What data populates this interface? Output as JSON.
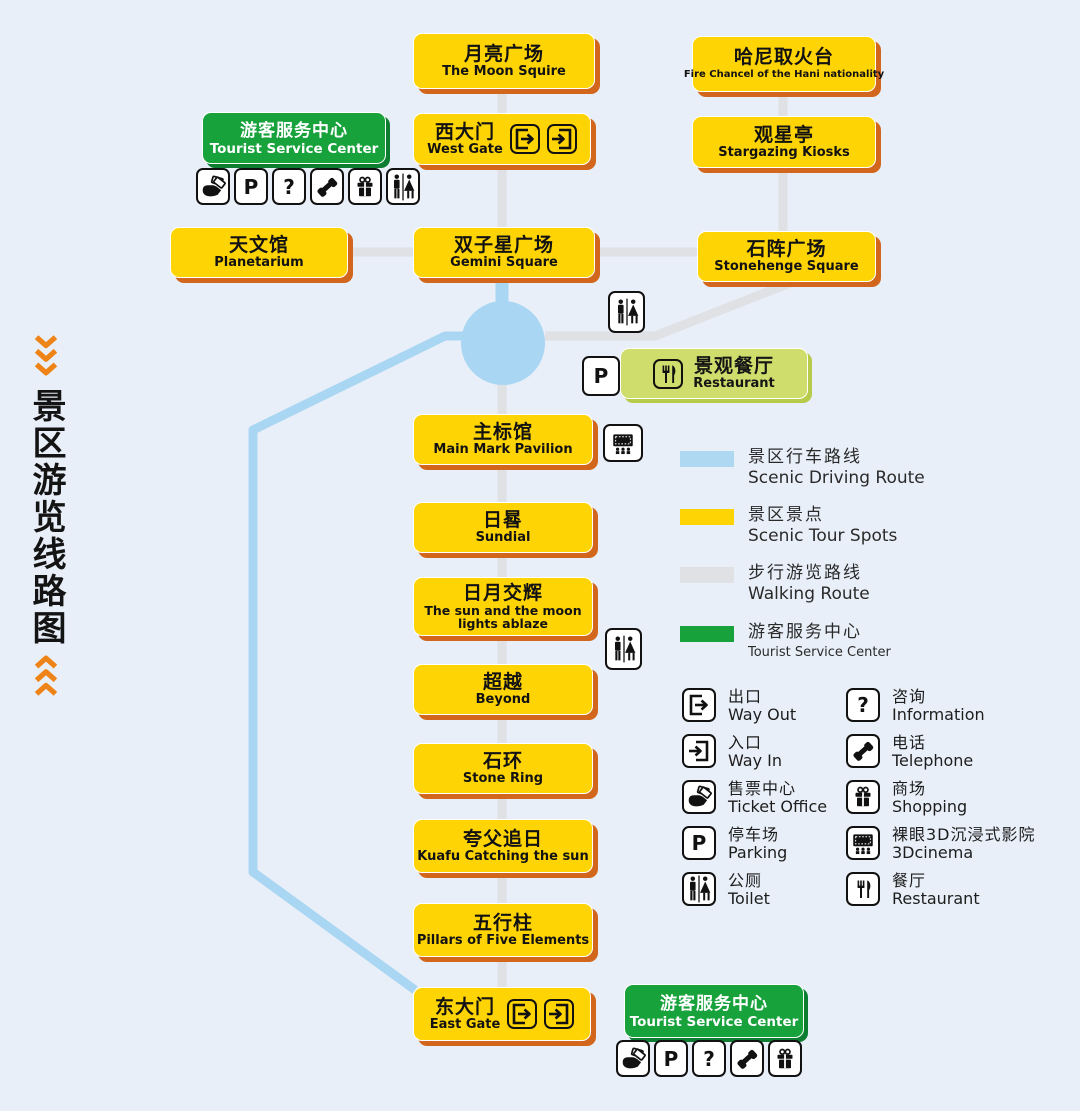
{
  "title_block": {
    "text": "景区游览线路图"
  },
  "nodes": {
    "moon": {
      "zh": "月亮广场",
      "en": "The Moon Squire"
    },
    "hani": {
      "zh": "哈尼取火台",
      "en": "Fire Chancel of the Hani nationality"
    },
    "west_gate": {
      "zh": "西大门",
      "en": "West Gate"
    },
    "stargazing": {
      "zh": "观星亭",
      "en": "Stargazing Kiosks"
    },
    "service_top": {
      "zh": "游客服务中心",
      "en": "Tourist Service Center"
    },
    "planetarium": {
      "zh": "天文馆",
      "en": "Planetarium"
    },
    "gemini": {
      "zh": "双子星广场",
      "en": "Gemini Square"
    },
    "stonehenge": {
      "zh": "石阵广场",
      "en": "Stonehenge Square"
    },
    "restaurant": {
      "zh": "景观餐厅",
      "en": "Restaurant"
    },
    "main_mark": {
      "zh": "主标馆",
      "en": "Main Mark Pavilion"
    },
    "sundial": {
      "zh": "日晷",
      "en": "Sundial"
    },
    "sun_moon": {
      "zh": "日月交辉",
      "en": "The sun and the moon lights ablaze"
    },
    "beyond": {
      "zh": "超越",
      "en": "Beyond"
    },
    "stone_ring": {
      "zh": "石环",
      "en": "Stone Ring"
    },
    "kuafu": {
      "zh": "夸父追日",
      "en": "Kuafu Catching the sun"
    },
    "pillars": {
      "zh": "五行柱",
      "en": "Pillars of Five Elements"
    },
    "east_gate": {
      "zh": "东大门",
      "en": "East Gate"
    },
    "service_bottom": {
      "zh": "游客服务中心",
      "en": "Tourist Service Center"
    }
  },
  "legend": {
    "routes": [
      {
        "zh": "景区行车路线",
        "en": "Scenic Driving Route",
        "color": "#aed7f2"
      },
      {
        "zh": "景区景点",
        "en": "Scenic Tour Spots",
        "color": "#ffd405"
      },
      {
        "zh": "步行游览路线",
        "en": "Walking Route",
        "color": "#dfe1e4"
      },
      {
        "zh": "游客服务中心",
        "en": "Tourist Service Center",
        "color": "#17a23c"
      }
    ],
    "icons_left": [
      {
        "icon": "exit",
        "zh": "出口",
        "en": "Way Out"
      },
      {
        "icon": "enter",
        "zh": "入口",
        "en": "Way In"
      },
      {
        "icon": "ticket",
        "zh": "售票中心",
        "en": "Ticket Office"
      },
      {
        "icon": "parking",
        "zh": "停车场",
        "en": "Parking"
      },
      {
        "icon": "toilet",
        "zh": "公厕",
        "en": "Toilet"
      }
    ],
    "icons_right": [
      {
        "icon": "question",
        "zh": "咨询",
        "en": "Information"
      },
      {
        "icon": "phone",
        "zh": "电话",
        "en": "Telephone"
      },
      {
        "icon": "gift",
        "zh": "商场",
        "en": "Shopping"
      },
      {
        "icon": "cinema",
        "zh": "裸眼3D沉浸式影院",
        "en": "3Dcinema"
      },
      {
        "icon": "restaurant",
        "zh": "餐厅",
        "en": "Restaurant"
      }
    ]
  },
  "service_icons_top": [
    "ticket",
    "parking",
    "question",
    "phone",
    "gift",
    "toilet"
  ],
  "service_icons_bottom": [
    "ticket",
    "parking",
    "question",
    "phone",
    "gift"
  ],
  "colors": {
    "background": "#e9eff8",
    "spot_yellow": "#ffd405",
    "spot_shadow": "#d2661d",
    "service_green": "#17a23c",
    "restaurant_green": "#cedd6b",
    "driving_route_blue": "#a9d6f2",
    "walking_route_gray": "#dfe1e4",
    "chevron_orange": "#ee8418"
  }
}
